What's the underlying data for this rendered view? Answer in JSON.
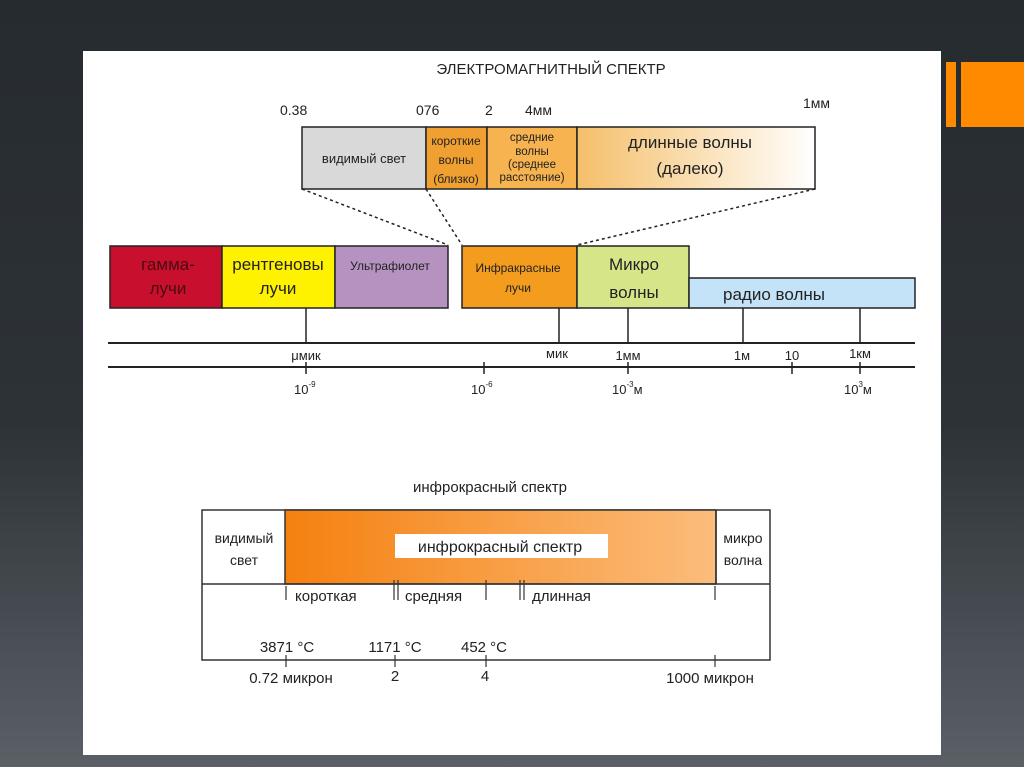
{
  "colors": {
    "accent": "#ff8a00",
    "gamma": "#c8102e",
    "xray": "#fff200",
    "uv": "#b592c0",
    "ir": "#f39c1e",
    "micro": "#d7e589",
    "radio": "#c5e3f8"
  },
  "em": {
    "title": "ЭЛЕКТРОМАГНИТНЫЙ СПЕКТР",
    "ir_scale": [
      "0.38",
      "076",
      "2",
      "4мм",
      "1мм"
    ],
    "ir_bands": {
      "visible": "видимый свет",
      "short": [
        "короткие",
        "волны",
        "(близко)"
      ],
      "mid": [
        "средние",
        "волны",
        "(среднее",
        "расстояние)"
      ],
      "long": [
        "длинные волны",
        "(далеко)"
      ]
    },
    "bands": {
      "gamma": [
        "гамма-",
        "лучи"
      ],
      "xray": [
        "рентгеновы",
        "лучи"
      ],
      "uv": "Ультрафиолет",
      "ir": [
        "Инфракрасные",
        "лучи"
      ],
      "micro": [
        "Микро",
        "волны"
      ],
      "radio": "радио волны"
    },
    "scale_top": {
      "mu": "μмик",
      "mik": "мик",
      "mm": "1мм",
      "m": "1м",
      "ten": "10",
      "km": "1км"
    },
    "scale_bottom": [
      {
        "base": "10",
        "exp": "-9",
        "unit": ""
      },
      {
        "base": "10",
        "exp": "-6",
        "unit": ""
      },
      {
        "base": "10",
        "exp": "-3",
        "unit": "м"
      },
      {
        "base": "10",
        "exp": "3",
        "unit": "м"
      }
    ]
  },
  "ir": {
    "title": "инфрокрасный спектр",
    "visible": [
      "видимый",
      "свет"
    ],
    "center": "инфрокрасный спектр",
    "micro": [
      "микро",
      "волна"
    ],
    "sub": [
      "короткая",
      "средняя",
      "длинная"
    ],
    "temps": [
      "3871 °C",
      "1171 °C",
      "452 °C"
    ],
    "wavelengths": [
      "0.72 микрон",
      "2",
      "4",
      "1000 микрон"
    ]
  }
}
